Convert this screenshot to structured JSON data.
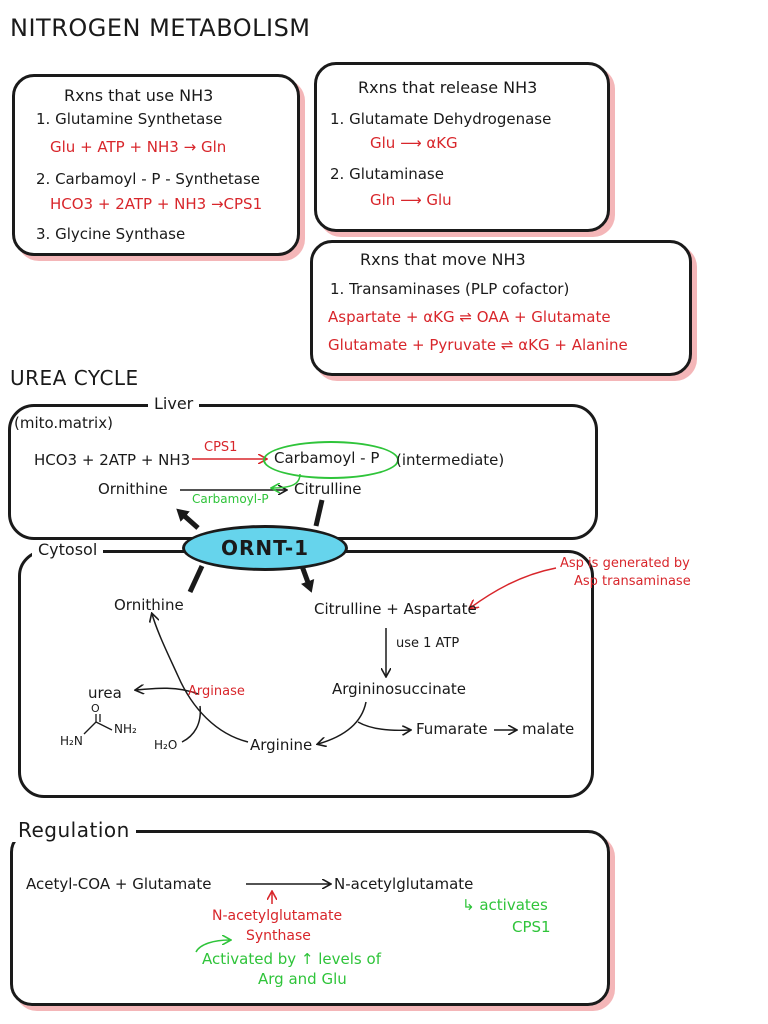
{
  "title": "NITROGEN METABOLISM",
  "use_box": {
    "heading": "Rxns that use NH3",
    "items": [
      {
        "label": "1. Glutamine Synthetase",
        "reaction": "Glu + ATP + NH3 → Gln"
      },
      {
        "label": "2. Carbamoyl - P - Synthetase",
        "reaction": "HCO3 + 2ATP + NH3 →CPS1"
      },
      {
        "label": "3. Glycine Synthase",
        "reaction": ""
      }
    ]
  },
  "release_box": {
    "heading": "Rxns that release NH3",
    "items": [
      {
        "label": "1. Glutamate Dehydrogenase",
        "reaction": "Glu ⟶ αKG"
      },
      {
        "label": "2. Glutaminase",
        "reaction": "Gln ⟶ Glu"
      }
    ]
  },
  "move_box": {
    "heading": "Rxns that move NH3",
    "item": "1. Transaminases (PLP cofactor)",
    "reactions": [
      "Aspartate + αKG ⇌ OAA + Glutamate",
      "Glutamate + Pyruvate ⇌ αKG + Alanine"
    ]
  },
  "urea": {
    "heading": "UREA CYCLE",
    "liver_label": "Liver",
    "matrix_label": "(mito.matrix)",
    "left_reactants": "HCO3 + 2ATP + NH3",
    "cps1": "CPS1",
    "carbamoyl": "Carbamoyl - P",
    "intermediate": "(intermediate)",
    "ornithine_liver": "Ornithine",
    "carbamoyl_small": "Carbamoyl-P",
    "citrulline_liver": "Citrulline",
    "ornt": "ORNT-1",
    "cytosol_label": "Cytosol",
    "asp_note_1": "Asp is generated by",
    "asp_note_2": "Asp transaminase",
    "ornithine_cyt": "Ornithine",
    "citrulline_asp": "Citrulline + Aspartate",
    "use_atp": "use 1 ATP",
    "argininosuccinate": "Argininosuccinate",
    "fumarate": "Fumarate",
    "malate": "malate",
    "urea": "urea",
    "h2n": "H₂N",
    "nh2": "NH₂",
    "o": "O",
    "arginase": "Arginase",
    "h2o": "H₂O",
    "arginine": "Arginine"
  },
  "regulation": {
    "heading": "Regulation",
    "left": "Acetyl-COA + Glutamate",
    "right": "N-acetylglutamate",
    "enzyme_1": "N-acetylglutamate",
    "enzyme_2": "Synthase",
    "activated_1": "Activated by ↑ levels of",
    "activated_2": "Arg and Glu",
    "activates_1": "↳ activates",
    "activates_2": "CPS1"
  },
  "colors": {
    "red": "#d8262b",
    "green": "#2fc43a",
    "pink_shadow": "#f4b6b8",
    "ornt_fill": "#66d4ec"
  }
}
